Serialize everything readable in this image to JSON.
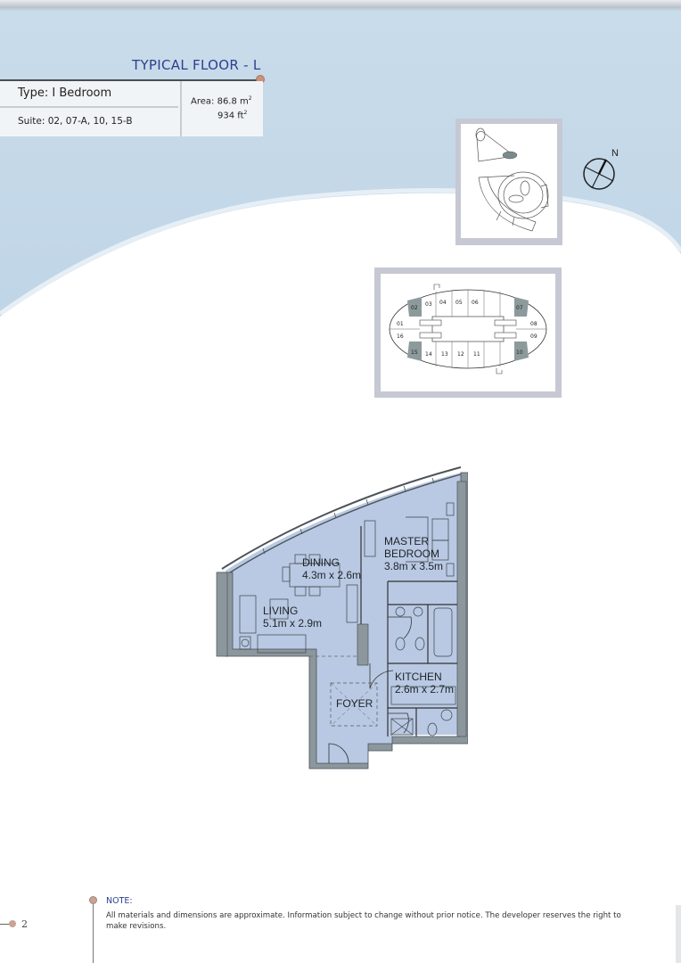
{
  "header": {
    "title": "TYPICAL FLOOR - L",
    "type_label": "Type: I Bedroom",
    "suite_label": "Suite: 02, 07-A, 10, 15-B",
    "area_label": "Area:",
    "area_m2": "86.8 m",
    "area_ft2": "934 ft",
    "area_m2_unit_sup": "2",
    "area_ft2_unit_sup": "2"
  },
  "compass": {
    "label": "N"
  },
  "keyplan_floor": {
    "units_top": [
      "02",
      "03",
      "04",
      "05",
      "06",
      "07"
    ],
    "units_side_left": [
      "01",
      "16"
    ],
    "units_side_right": [
      "08",
      "09"
    ],
    "units_bottom": [
      "15",
      "14",
      "13",
      "12",
      "11",
      "10"
    ],
    "highlighted_units": [
      "02",
      "07",
      "10",
      "15"
    ]
  },
  "floor_plan": {
    "rooms": [
      {
        "name": "DINING",
        "size": "4.3m x 2.6m"
      },
      {
        "name": "MASTER BEDROOM",
        "name_line1": "MASTER",
        "name_line2": "BEDROOM",
        "size": "3.8m x 3.5m"
      },
      {
        "name": "LIVING",
        "size": "5.1m x 2.9m"
      },
      {
        "name": "KITCHEN",
        "size": "2.6m x 2.7m"
      },
      {
        "name": "FOYER",
        "size": ""
      }
    ]
  },
  "footer": {
    "note_title": "NOTE:",
    "note_body": "All materials and dimensions  are approximate. Information subject to change without prior notice. The developer reserves the right to make revisions.",
    "page_number": "2"
  },
  "colors": {
    "background_blue": "#c8dcea",
    "title_blue": "#2d3f8f",
    "accent_dot": "#c9927a",
    "plan_fill": "#b9c9e3",
    "wall": "#8c979d",
    "keyplan_frame": "#c6c8d3",
    "highlight_unit": "#8d9a9c"
  }
}
